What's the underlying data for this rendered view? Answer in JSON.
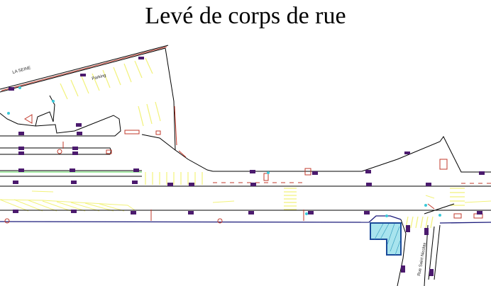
{
  "title": "Levé de corps de rue",
  "labels": {
    "river": "LA SEINE",
    "parking": "Parking",
    "street": "Rue Saint Nicolas"
  },
  "colors": {
    "outline": "#000000",
    "curb": "#1a1a7a",
    "markings": "#f2f27a",
    "points": "#4b1a6e",
    "furniture": "#c0392b",
    "building": "#7fd6e6",
    "accent_green": "#4cd44c"
  }
}
